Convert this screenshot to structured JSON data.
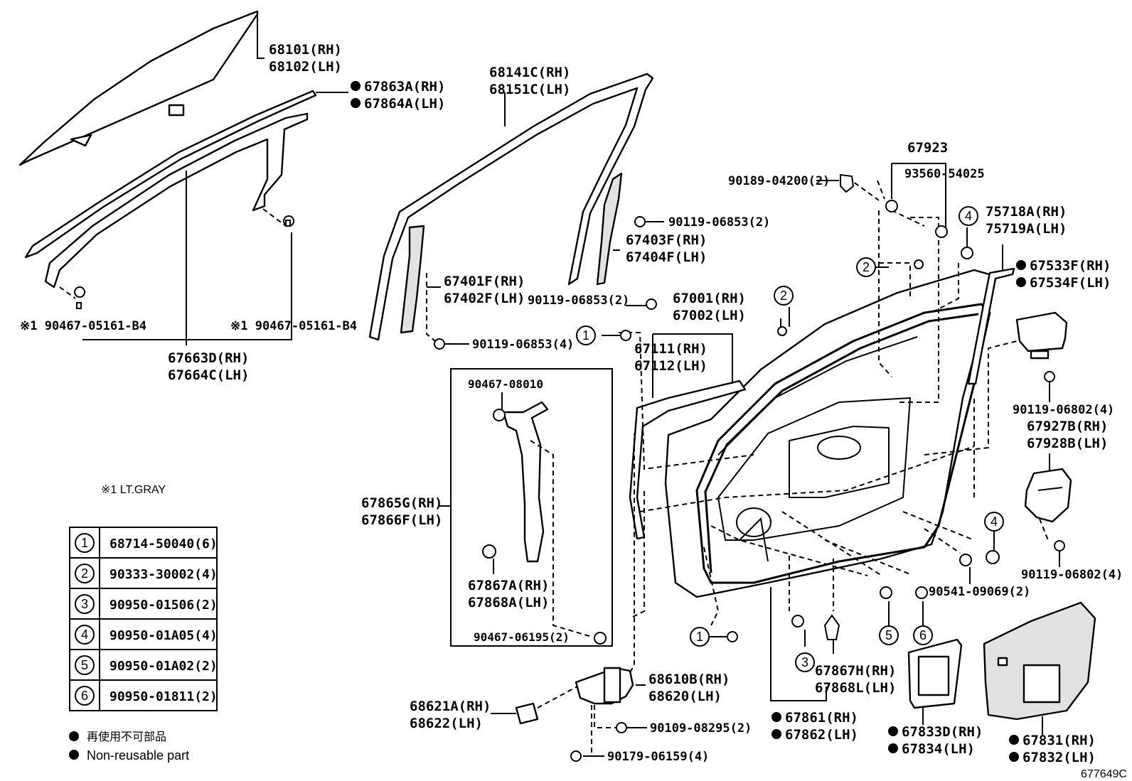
{
  "labels": {
    "glass_rh": "68101(RH)",
    "glass_lh": "68102(LH)",
    "weatherstrip_rh": "67863A(RH)",
    "weatherstrip_lh": "67864A(LH)",
    "clip_left": "※1 90467-05161-B4",
    "clip_right": "※1 90467-05161-B4",
    "garnish_rh": "67663D(RH)",
    "garnish_lh": "67664C(LH)",
    "run_rh": "68141C(RH)",
    "run_lh": "68151C(LH)",
    "bolt_a": "90119-06853(2)",
    "channel_front_rh": "67403F(RH)",
    "channel_front_lh": "67404F(LH)",
    "channel_rear_rh": "67401F(RH)",
    "channel_rear_lh": "67402F(LH)",
    "bolt_b": "90119-06853(2)",
    "bolt_c": "90119-06853(4)",
    "door_rh": "67001(RH)",
    "door_lh": "67002(LH)",
    "seal_rh": "67111(RH)",
    "seal_lh": "67112(LH)",
    "part_67923": "67923",
    "screw_90189": "90189-04200(2)",
    "nut_93560": "93560-54025",
    "emblem_rh": "75718A(RH)",
    "emblem_lh": "75719A(LH)",
    "cover_rh": "67533F(RH)",
    "cover_lh": "67534F(LH)",
    "bolt_90119_06802_a": "90119-06802(4)",
    "bracket_rh": "67927B(RH)",
    "bracket_lh": "67928B(LH)",
    "bolt_90119_06802_b": "90119-06802(4)",
    "nut_90541": "90541-09069(2)",
    "box_clip_top": "90467-08010",
    "box_part_rh": "67865G(RH)",
    "box_part_lh": "67866F(LH)",
    "box_clip_rh": "67867A(RH)",
    "box_clip_lh": "67868A(LH)",
    "box_clip_bottom": "90467-06195(2)",
    "note_color": "※1 LT.GRAY",
    "check_rh": "68610B(RH)",
    "check_lh": "68620(LH)",
    "hinge_rh": "68621A(RH)",
    "hinge_lh": "68622(LH)",
    "bolt_90109": "90109-08295(2)",
    "bolt_90179": "90179-06159(4)",
    "clip_h_rh": "67867H(RH)",
    "clip_h_lh": "67868L(LH)",
    "strip_rh": "67861(RH)",
    "strip_lh": "67862(LH)",
    "hole_cover_rh": "67833D(RH)",
    "hole_cover_lh": "67834(LH)",
    "service_cover_rh": "67831(RH)",
    "service_cover_lh": "67832(LH)",
    "figure_no": "677649C"
  },
  "callouts": [
    "1",
    "2",
    "3",
    "4",
    "5",
    "6"
  ],
  "table": [
    {
      "key": "1",
      "part": "68714-50040(6)"
    },
    {
      "key": "2",
      "part": "90333-30002(4)"
    },
    {
      "key": "3",
      "part": "90950-01506(2)"
    },
    {
      "key": "4",
      "part": "90950-01A05(4)"
    },
    {
      "key": "5",
      "part": "90950-01A02(2)"
    },
    {
      "key": "6",
      "part": "90950-01811(2)"
    }
  ],
  "legend": {
    "jp": "再使用不可部品",
    "en": "Non-reusable part"
  }
}
